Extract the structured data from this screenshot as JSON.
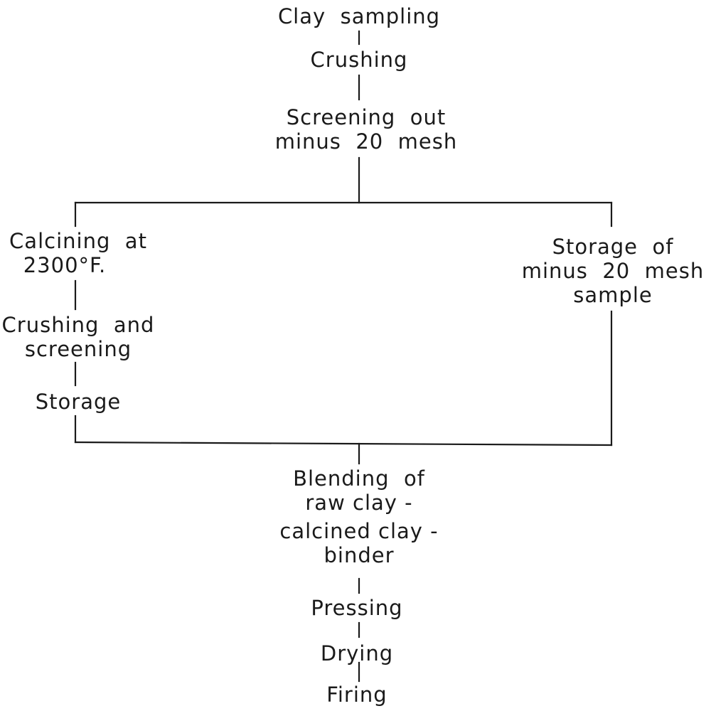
{
  "nodes": {
    "clay_sampling": [
      "Clay  sampling"
    ],
    "crushing_1": [
      "Crushing"
    ],
    "screening_out": [
      "Screening  out",
      "minus  20  mesh"
    ],
    "calcining": [
      "Calcining  at",
      "2300°F."
    ],
    "crushing_screening": [
      "Crushing  and",
      "screening"
    ],
    "storage": [
      "Storage"
    ],
    "storage_sample": [
      "Storage  of",
      "minus  20  mesh",
      "sample"
    ],
    "blending": [
      "Blending  of",
      "raw clay -",
      "calcined clay -",
      "binder"
    ],
    "pressing": [
      "Pressing"
    ],
    "drying": [
      "Drying"
    ],
    "firing": [
      "Firing"
    ]
  },
  "colors": {
    "ink": "#1a1a1a",
    "background": "#ffffff"
  }
}
